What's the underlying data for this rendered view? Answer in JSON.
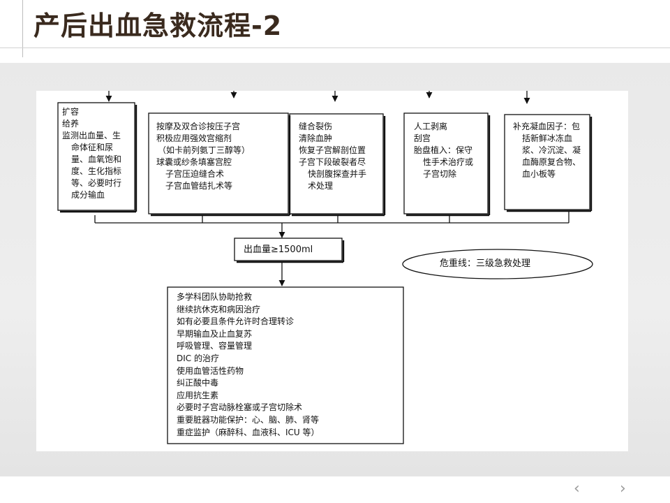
{
  "slide": {
    "title": "产后出血急救流程-2"
  },
  "flowchart": {
    "top_boxes": [
      {
        "lines": [
          "扩容",
          "给养",
          "监测出血量、生",
          "命体征和尿",
          "量、血氧饱和",
          "度、生化指标",
          "等、必要时行",
          "成分输血"
        ]
      },
      {
        "lines": [
          "按摩及双合诊按压子宫",
          "积极应用强效宫缩剂",
          "（如卡前列氨丁三醇等）",
          "球囊或纱条填塞宫腔",
          "子宫压迫缝合术",
          "子宫血管结扎术等"
        ]
      },
      {
        "lines": [
          "缝合裂伤",
          "清除血肿",
          "恢复子宫解剖位置",
          "子宫下段破裂者尽",
          "快剖腹探查并手",
          "术处理"
        ]
      },
      {
        "lines": [
          "人工剥离",
          "刮宫",
          "胎盘植入：保守",
          "性手术治疗或",
          "子宫切除"
        ]
      },
      {
        "lines": [
          "补充凝血因子：包",
          "括新鲜冰冻血",
          "浆、冷沉淀、凝",
          "血酶原复合物、",
          "血小板等"
        ]
      }
    ],
    "threshold_box": "出血量≥1500ml",
    "critical_line": "危重线：三级急救处理",
    "measures_box": {
      "lines": [
        "多学科团队协助抢救",
        "继续抗休克和病因治疗",
        "如有必要且条件允许时合理转诊",
        "早期输血及止血复苏",
        "呼吸管理、容量管理",
        "DIC 的治疗",
        "使用血管活性药物",
        "纠正酸中毒",
        "应用抗生素",
        "必要时子宫动脉栓塞或子宫切除术",
        "重要脏器功能保护：心、脑、肺、肾等",
        "重症监护（麻醉科、血液科、ICU 等）"
      ]
    }
  },
  "nav": {
    "prev": "‹",
    "next": "›"
  }
}
